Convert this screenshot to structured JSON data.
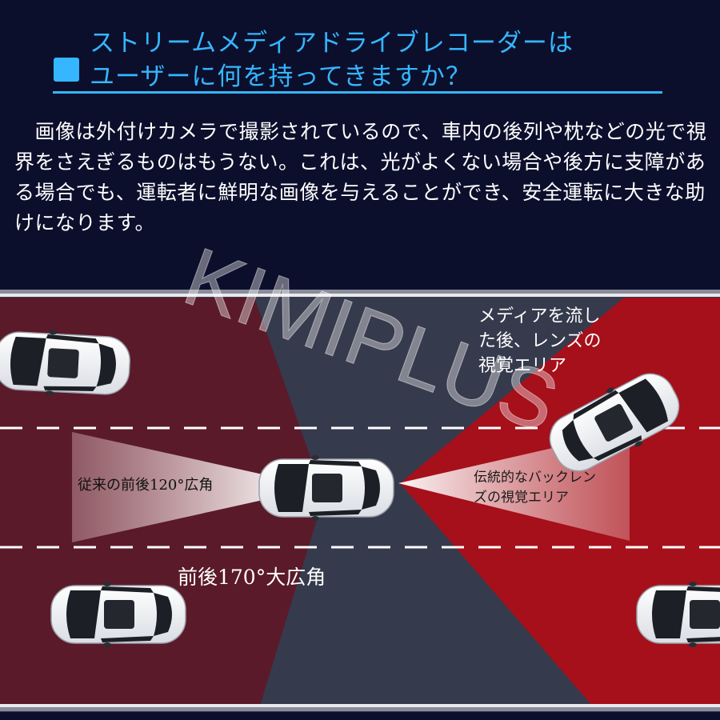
{
  "header": {
    "title_line1": "ストリームメディアドライブレコーダーは",
    "title_line2": "ユーザーに何を持ってきますか？"
  },
  "description": "　画像は外付けカメラで撮影されているので、車内の後列や枕などの光で視界をさえぎるものはもうない。これは、光がよくない場合や後方に支障がある場合でも、運転者に鮮明な画像を与えることができ、安全運転に大きな助けになります。",
  "diagram": {
    "label_front_120": "従来の前後120°広角",
    "label_wide_170": "前後170°大広角",
    "label_media_line1": "メディアを流し",
    "label_media_line2": "た後、レンズの",
    "label_media_line3": "視覚エリア",
    "label_traditional_line1": "伝統的なバックレン",
    "label_traditional_line2": "ズの視覚エリア"
  },
  "watermark": "KIMIPLUS",
  "colors": {
    "accent": "#35b6ff",
    "background": "#0c0f2c",
    "dark_red_zone": "#5a1a2a",
    "bright_red_zone": "#a5101a",
    "road_gray": "#363a4d"
  }
}
